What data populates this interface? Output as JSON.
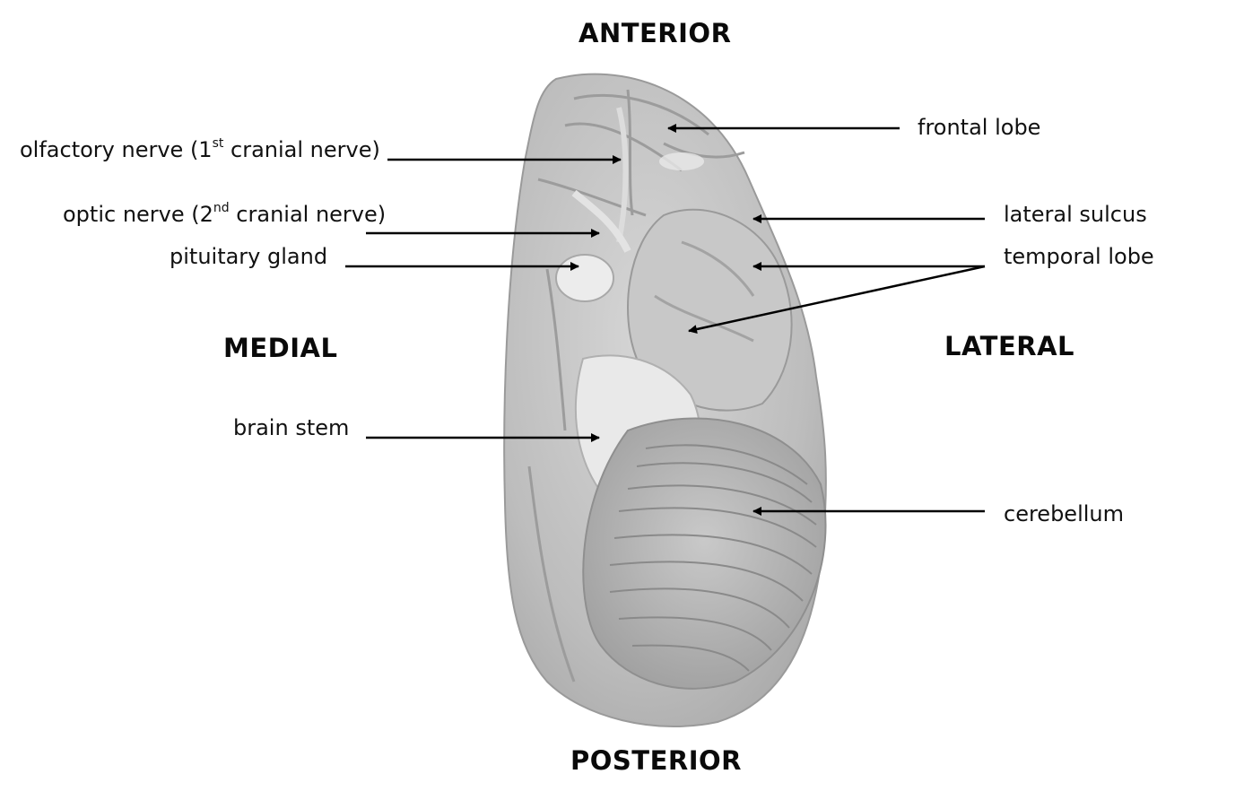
{
  "directions": {
    "anterior": "ANTERIOR",
    "posterior": "POSTERIOR",
    "medial": "MEDIAL",
    "lateral": "LATERAL"
  },
  "labels": {
    "frontal_lobe": "frontal lobe",
    "olfactory": {
      "pre": "olfactory nerve (1",
      "sup": "st",
      "post": " cranial nerve)"
    },
    "optic": {
      "pre": "optic nerve (2",
      "sup": "nd",
      "post": " cranial nerve)"
    },
    "pituitary": "pituitary gland",
    "lateral_sulcus": "lateral sulcus",
    "temporal_lobe": "temporal lobe",
    "brain_stem": "brain stem",
    "cerebellum": "cerebellum"
  },
  "colors": {
    "background": "#ffffff",
    "model_base": "#c2c2c2",
    "model_light": "#e6e6e6",
    "model_dark": "#8e8e8e",
    "arrow": "#000000"
  }
}
